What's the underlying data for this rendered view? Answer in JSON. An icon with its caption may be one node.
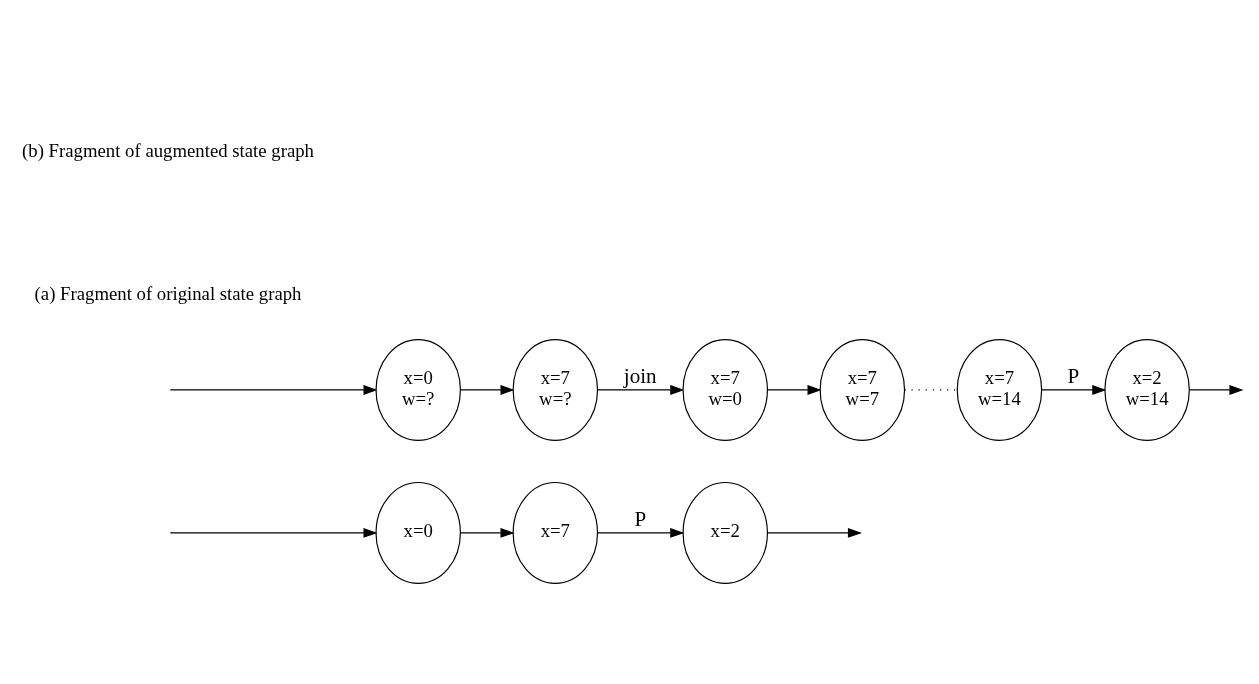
{
  "diagram": {
    "nodes": [
      {
        "text": [
          "x=0"
        ]
      },
      {
        "text": [
          "x=7"
        ]
      },
      {
        "text": [
          "x=2"
        ]
      },
      {
        "text": [
          "x=0",
          "w=?"
        ]
      },
      {
        "text": [
          "x=7",
          "w=?"
        ]
      },
      {
        "text": [
          "x=7",
          "w=0"
        ]
      },
      {
        "text": [
          "x=7",
          "w=7"
        ]
      },
      {
        "text": [
          "x=7",
          "w=14"
        ]
      },
      {
        "text": [
          "x=2",
          "w=14"
        ]
      }
    ],
    "edges": [
      {
        "from": null,
        "to": 0,
        "arrow": "to"
      },
      {
        "from": 0,
        "to": 1,
        "arrow": "to"
      },
      {
        "from": 1,
        "to": 2,
        "arrow": "to",
        "label": "P"
      },
      {
        "from": 2,
        "to": null,
        "arrow": "to"
      },
      {
        "from": null,
        "to": 3,
        "arrow": "to"
      },
      {
        "from": 3,
        "to": 4,
        "arrow": "to"
      },
      {
        "from": 4,
        "to": 5,
        "arrow": "to",
        "label": "join"
      },
      {
        "from": 5,
        "to": 6,
        "arrow": "to"
      },
      {
        "from": 6,
        "to": 7,
        "arrow": "none",
        "style": "dashed"
      },
      {
        "from": 7,
        "to": 8,
        "arrow": "to",
        "label": "P"
      },
      {
        "from": 8,
        "to": null,
        "arrow": "to"
      }
    ],
    "labels": [
      "(a) Fragment of original state graph",
      "(b) Fragment of augmented state graph"
    ]
  }
}
